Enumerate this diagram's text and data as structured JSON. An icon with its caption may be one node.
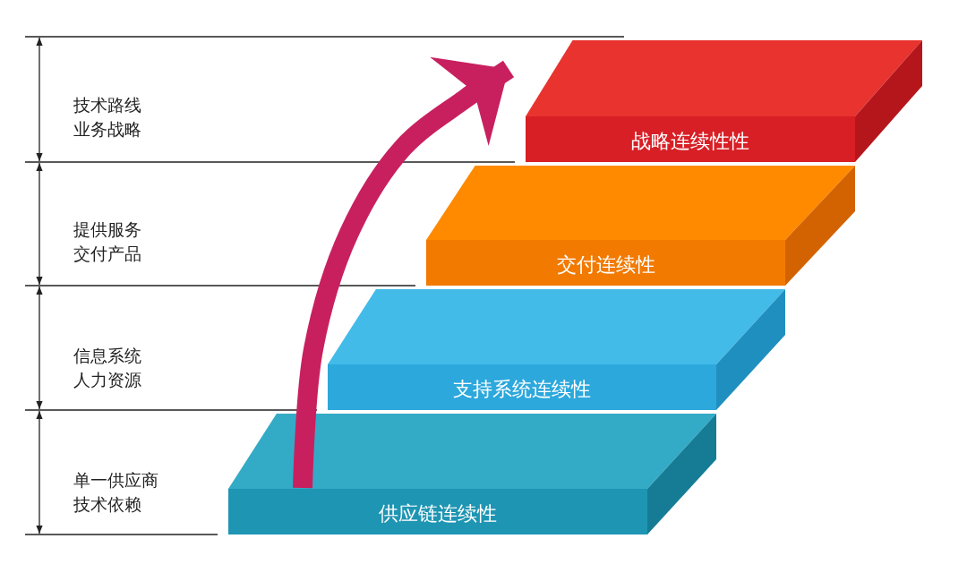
{
  "diagram": {
    "nodes": [
      {
        "text": [
          "战略连续性性"
        ]
      },
      {
        "text": [
          "交付连续性"
        ]
      },
      {
        "text": [
          "支持系统连续性"
        ]
      },
      {
        "text": [
          "供应链连续性"
        ]
      }
    ],
    "edges": [
      {
        "from": 3,
        "to": 0,
        "arrow": "to"
      }
    ],
    "labels": [
      "技术路线",
      "业务战略",
      "提供服务",
      "交付产品",
      "信息系统",
      "人力资源",
      "单一供应商",
      "技术依赖"
    ]
  }
}
